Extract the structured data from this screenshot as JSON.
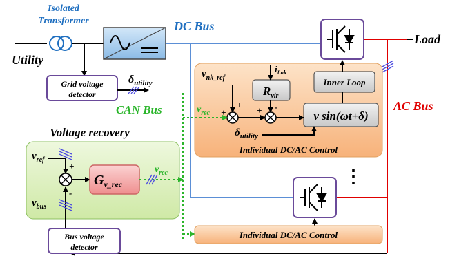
{
  "labels": {
    "isolated_transformer": "Isolated",
    "isolated_transformer_2": "Transformer",
    "utility": "Utility",
    "dc_bus": "DC Bus",
    "load": "Load",
    "ac_bus": "AC Bus",
    "can_bus": "CAN Bus",
    "voltage_recovery": "Voltage recovery",
    "grid_detector_1": "Grid voltage",
    "grid_detector_2": "detector",
    "delta_utility_sym": "δ",
    "delta_utility_sub": "utility",
    "v_nk_ref_sym": "v",
    "v_nk_ref_sub": "nk_ref",
    "i_lnk_sym": "i",
    "i_lnk_sub": "Lnk",
    "r_vir_sym": "R",
    "r_vir_sub": "vir",
    "inner_loop": "Inner Loop",
    "v_rec_sym": "v",
    "v_rec_sub": "rec",
    "vsin": "v sin(ωt+δ)",
    "individual_control": "Individual DC/AC Control",
    "individual_control_2": "Individual DC/AC Control",
    "v_ref_sym": "v",
    "v_ref_sub": "ref",
    "v_bus_sym": "v",
    "v_bus_sub": "bus",
    "g_v_rec_sym": "G",
    "g_v_rec_sub": "v_rec",
    "bus_detector_1": "Bus voltage",
    "bus_detector_2": "detector",
    "plus": "+",
    "minus": "-",
    "ellipsis": "⋮"
  },
  "colors": {
    "blue_label": "#1f6fc0",
    "dc_bus_line": "#5b8fd6",
    "ac_bus_line": "#e00000",
    "can_bus": "#2bb52b",
    "orange_fill": "#f9c79a",
    "green_fill": "#dff2c4",
    "red_block": "#f4a9a9",
    "converter_fill": "#a9cdee",
    "purple_border": "#6a4a9a"
  }
}
